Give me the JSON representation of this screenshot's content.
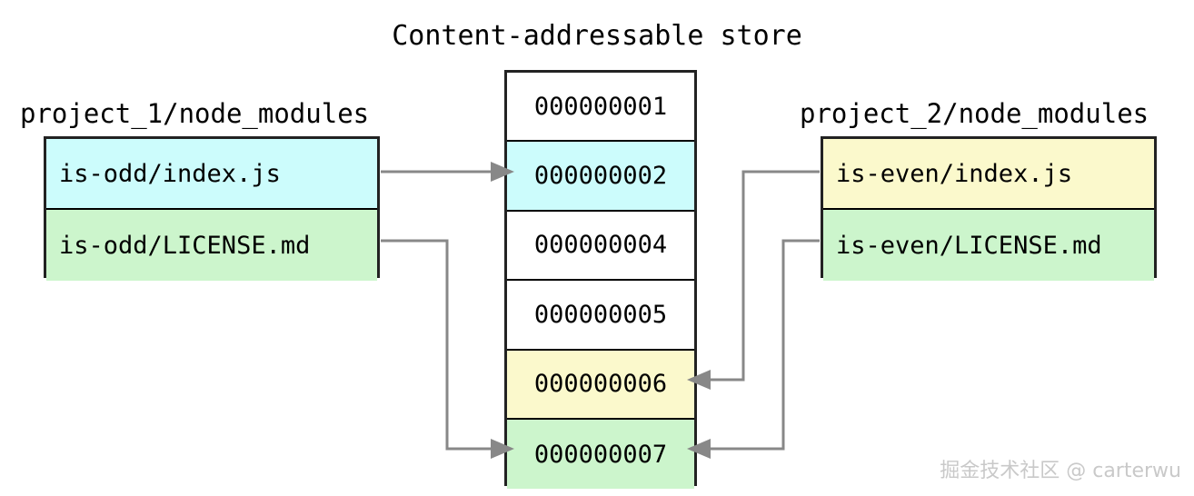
{
  "diagram": {
    "title": "Content-addressable store",
    "watermark": "掘金技术社区 @ carterwu",
    "colors": {
      "cyan": "#ccfcfc",
      "green": "#ccf5cc",
      "yellow": "#fbf9cc",
      "white": "#ffffff",
      "border": "#222222",
      "wire": "#888888",
      "text": "#000000",
      "watermark": "#c9c9c9"
    }
  },
  "left_project": {
    "label": "project_1/node_modules",
    "files": [
      {
        "name": "is-odd/index.js",
        "color": "#ccfcfc"
      },
      {
        "name": "is-odd/LICENSE.md",
        "color": "#ccf5cc"
      }
    ]
  },
  "right_project": {
    "label": "project_2/node_modules",
    "files": [
      {
        "name": "is-even/index.js",
        "color": "#fbf9cc"
      },
      {
        "name": "is-even/LICENSE.md",
        "color": "#ccf5cc"
      }
    ]
  },
  "store": {
    "label": "Content-addressable store",
    "cells": [
      {
        "hash": "000000001",
        "color": "#ffffff"
      },
      {
        "hash": "000000002",
        "color": "#ccfcfc"
      },
      {
        "hash": "000000004",
        "color": "#ffffff"
      },
      {
        "hash": "000000005",
        "color": "#ffffff"
      },
      {
        "hash": "000000006",
        "color": "#fbf9cc"
      },
      {
        "hash": "000000007",
        "color": "#ccf5cc"
      }
    ]
  },
  "links": [
    {
      "from": "is-odd/index.js",
      "to": "000000002"
    },
    {
      "from": "is-odd/LICENSE.md",
      "to": "000000007"
    },
    {
      "from": "is-even/index.js",
      "to": "000000006"
    },
    {
      "from": "is-even/LICENSE.md",
      "to": "000000007"
    }
  ]
}
